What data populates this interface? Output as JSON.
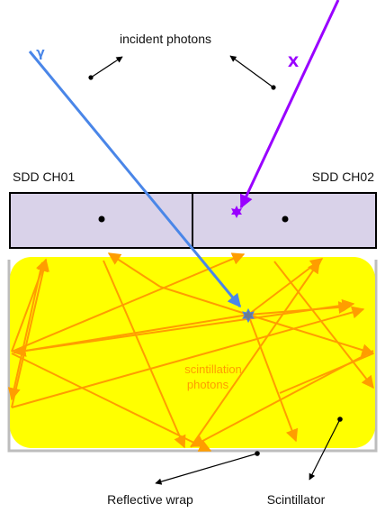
{
  "labels": {
    "incident_photons": "incident photons",
    "gamma": "γ",
    "x_ray": "X",
    "sdd_ch01": "SDD CH01",
    "sdd_ch02": "SDD CH02",
    "scint_line1": "scintillation",
    "scint_line2": "photons",
    "reflective_wrap": "Reflective wrap",
    "scintillator": "Scintillator"
  },
  "colors": {
    "gamma": "#4a86e8",
    "x_ray": "#9900ff",
    "scintillation": "#ff9d00",
    "scintillator_fill": "#ffff00",
    "sdd_fill": "#d9d2e9",
    "wrap": "#bdbdbd",
    "outline": "#000000",
    "gamma_interaction": "#6d7b8d"
  },
  "icons": {
    "gamma_interaction": "star-burst-icon",
    "x_interaction": "star-burst-icon"
  }
}
